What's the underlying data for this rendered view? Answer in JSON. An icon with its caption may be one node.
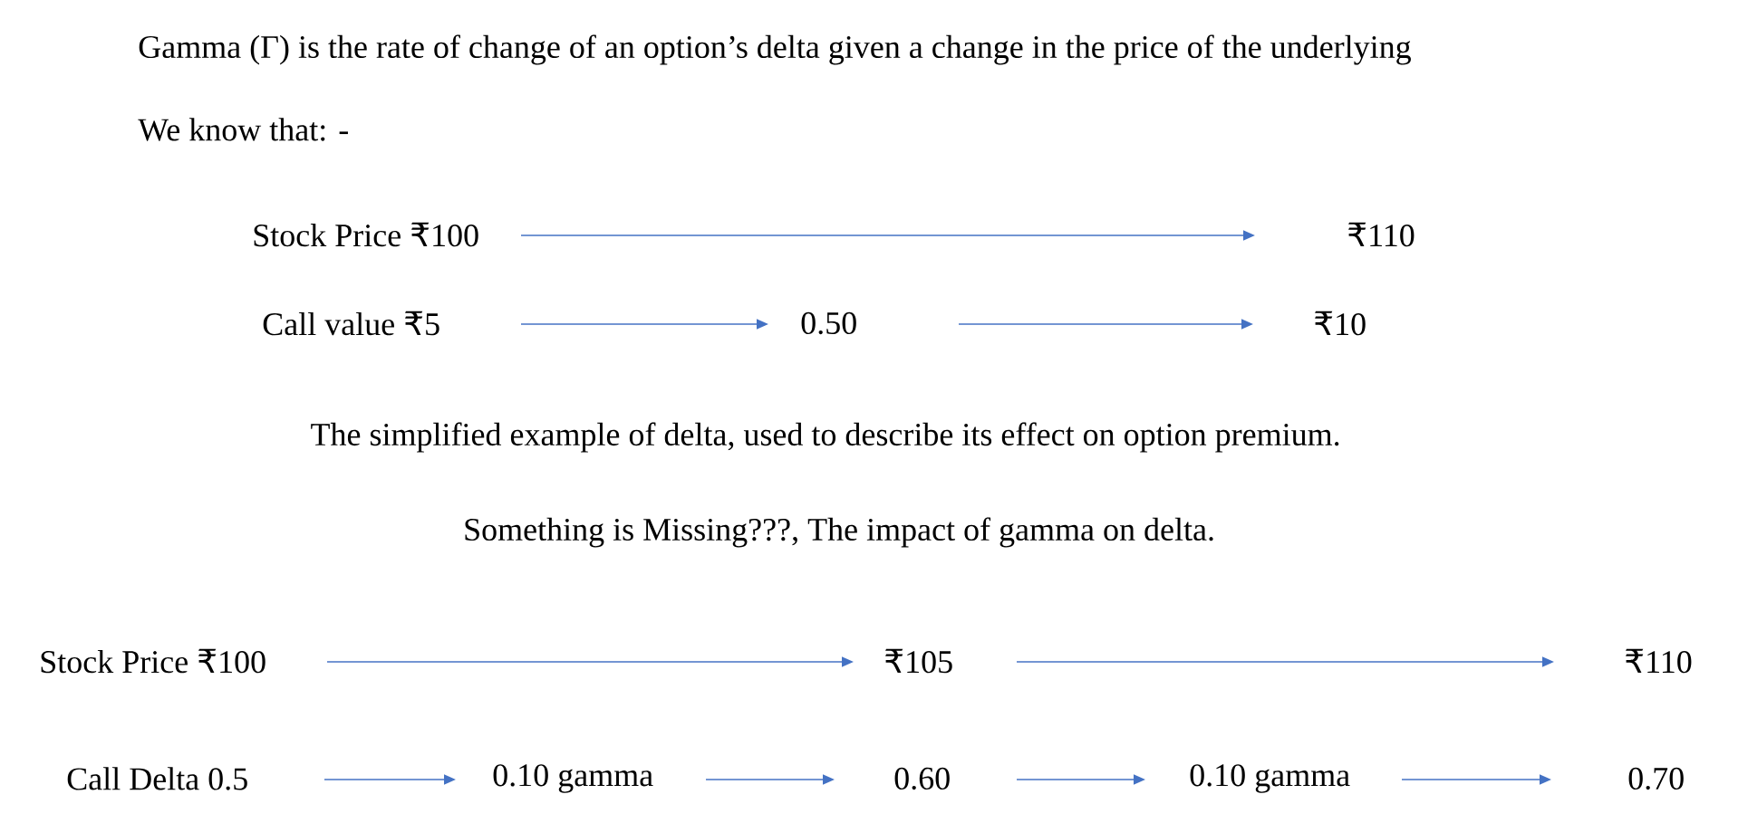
{
  "diagram": {
    "nodes": [
      {
        "text": [
          "Stock Price ₹100"
        ]
      },
      {
        "text": [
          "₹110"
        ]
      },
      {
        "text": [
          "Call value ₹5"
        ]
      },
      {
        "text": [
          "0.50"
        ]
      },
      {
        "text": [
          "₹10"
        ]
      },
      {
        "text": [
          "Stock Price ₹100"
        ]
      },
      {
        "text": [
          "₹105"
        ]
      },
      {
        "text": [
          "₹110"
        ]
      },
      {
        "text": [
          "Call Delta 0.5"
        ]
      },
      {
        "text": [
          "0.10 gamma"
        ]
      },
      {
        "text": [
          "0.60"
        ]
      },
      {
        "text": [
          "0.10 gamma"
        ]
      },
      {
        "text": [
          "0.70"
        ]
      }
    ],
    "edges": [
      {
        "from": 0,
        "to": 1,
        "arrow": "to"
      },
      {
        "from": 2,
        "to": 3,
        "arrow": "to"
      },
      {
        "from": 3,
        "to": 4,
        "arrow": "to"
      },
      {
        "from": 5,
        "to": 6,
        "arrow": "to"
      },
      {
        "from": 6,
        "to": 7,
        "arrow": "to"
      },
      {
        "from": 8,
        "to": 9,
        "arrow": "to"
      },
      {
        "from": 9,
        "to": 10,
        "arrow": "to"
      },
      {
        "from": 10,
        "to": 11,
        "arrow": "to"
      },
      {
        "from": 11,
        "to": 12,
        "arrow": "to"
      }
    ],
    "labels": [
      "Gamma (Γ) is the rate of change of an option’s delta given a change in the price of the underlying",
      "We know that: -",
      "The simplified example of delta, used to describe its effect on option premium.",
      "Something is Missing???, The impact of gamma on delta."
    ]
  }
}
